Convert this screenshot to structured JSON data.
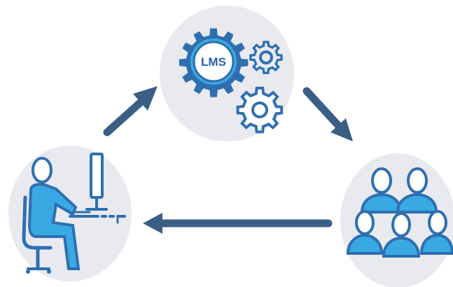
{
  "diagram": {
    "nodes": [
      {
        "id": "lms-system",
        "label": "LMS",
        "icon": "gears-icon"
      },
      {
        "id": "learners-group",
        "label": "",
        "icon": "people-group-icon"
      },
      {
        "id": "instructor-workstation",
        "label": "",
        "icon": "person-at-computer-icon"
      }
    ],
    "edges": [
      {
        "from": "instructor-workstation",
        "to": "lms-system"
      },
      {
        "from": "lms-system",
        "to": "learners-group"
      },
      {
        "from": "learners-group",
        "to": "instructor-workstation"
      }
    ]
  },
  "colors": {
    "node_background": "#e8eaf0",
    "icon_outline": "#2f6fb0",
    "icon_fill": "#39a9e3",
    "arrow": "#3a5f86"
  }
}
